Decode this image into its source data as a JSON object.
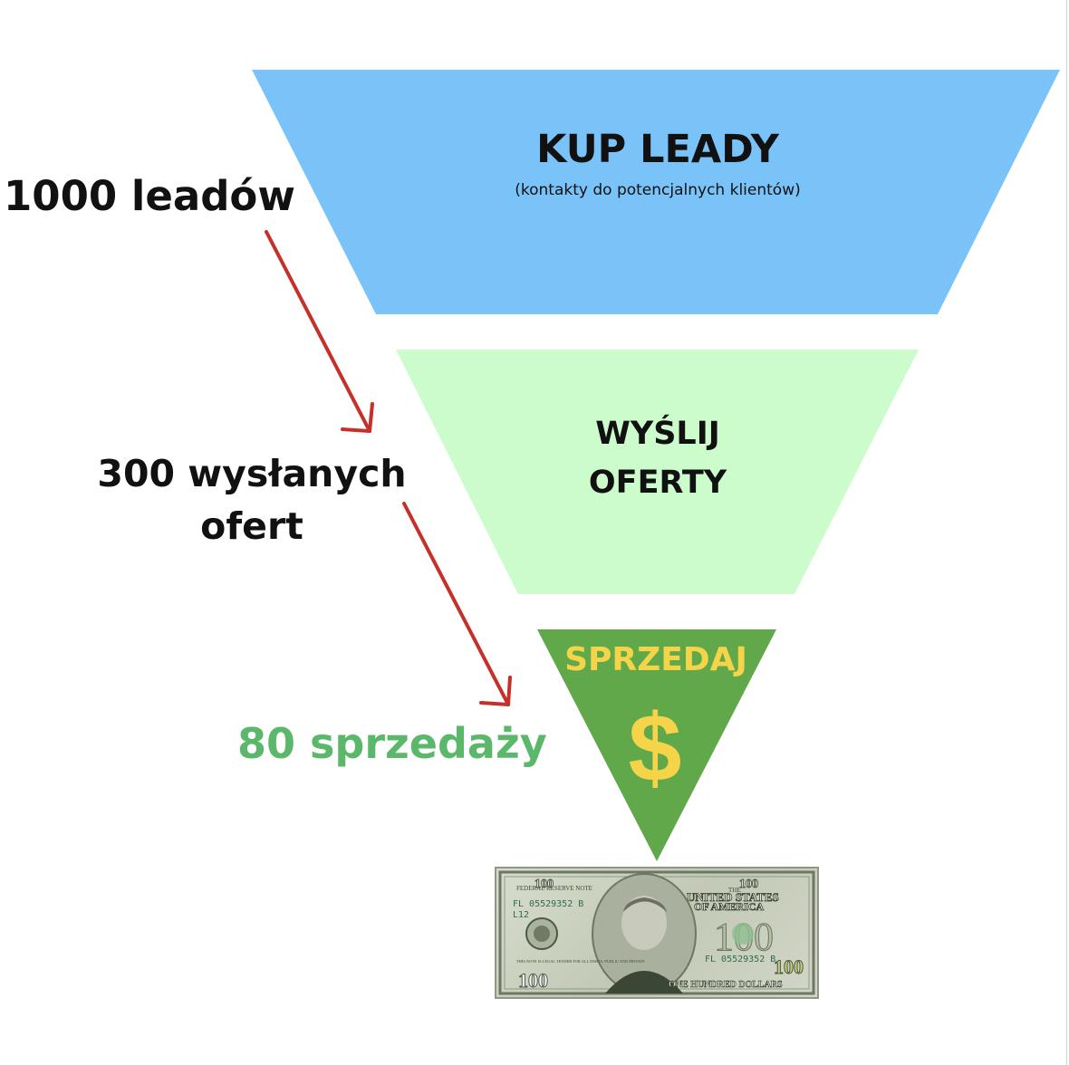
{
  "funnel": {
    "top": {
      "title": "KUP LEADY",
      "subtitle": "(kontakty do potencjalnych klientów)",
      "color": "#7ac3f8"
    },
    "middle": {
      "title_line1": "WYŚLIJ",
      "title_line2": "OFERTY",
      "color": "#ccfccc"
    },
    "bottom": {
      "title": "SPRZEDAJ",
      "symbol": "$",
      "color": "#61a84a",
      "text_color": "#f5d44a"
    }
  },
  "metrics": {
    "leads": "1000 leadów",
    "offers_line1": "300 wysłanych",
    "offers_line2": "ofert",
    "sales": "80 sprzedaży",
    "sales_color": "#5bb86a"
  },
  "arrow_color": "#c6302a",
  "bill": {
    "top_left": "FEDERAL RESERVE NOTE",
    "serial": "FL 05529352 B",
    "code": "L12",
    "header_top": "THE",
    "header": "UNITED STATES",
    "header2": "OF AMERICA",
    "denomination": "100",
    "bottom_text": "ONE HUNDRED DOLLARS",
    "legal": "THIS NOTE IS LEGAL TENDER FOR ALL DEBTS, PUBLIC AND PRIVATE"
  }
}
